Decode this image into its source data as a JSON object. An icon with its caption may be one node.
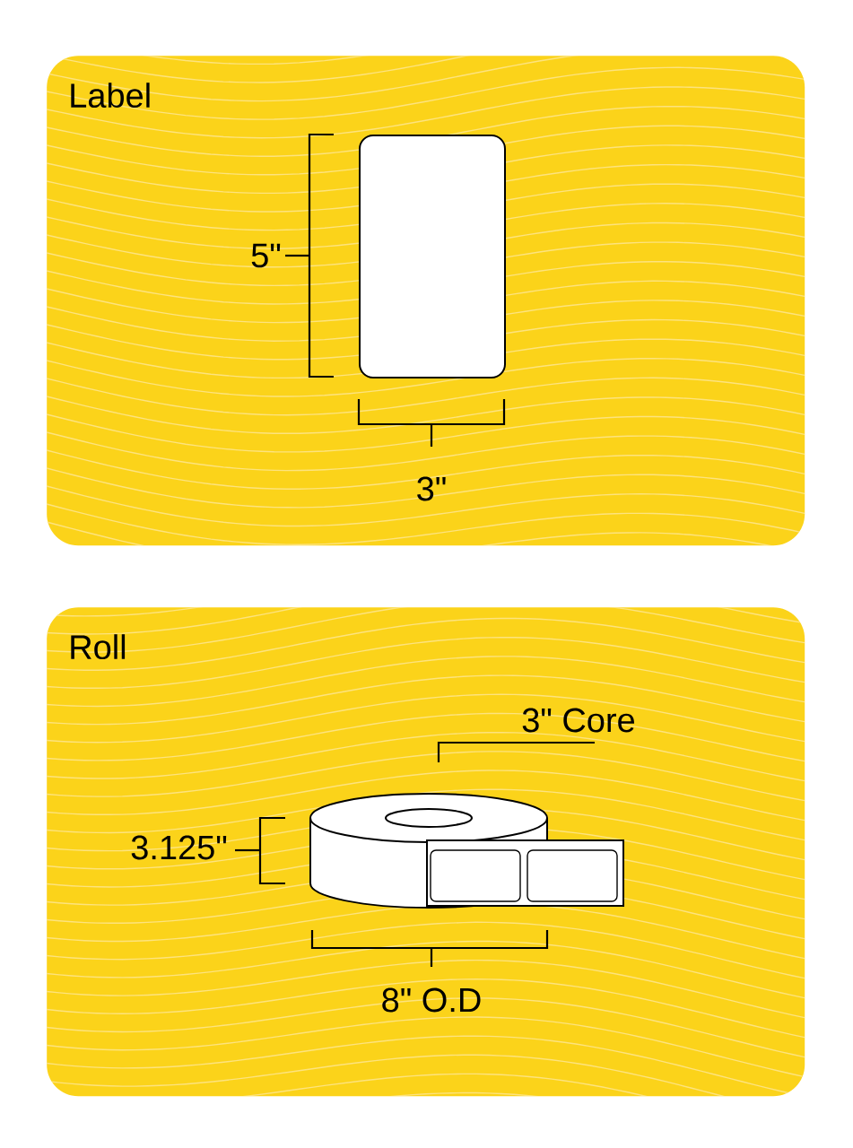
{
  "diagram": {
    "nodes": [
      {
        "text": [
          "Label"
        ]
      },
      {
        "text": [],
        "shape": "box",
        "in": 0
      },
      {
        "text": [
          "Roll"
        ]
      },
      {
        "text": [],
        "shape": "picture",
        "in": 2
      }
    ],
    "labels": [
      "5\"",
      "3\"",
      "3\" Core",
      "3.125\"",
      "8\" O.D"
    ]
  }
}
